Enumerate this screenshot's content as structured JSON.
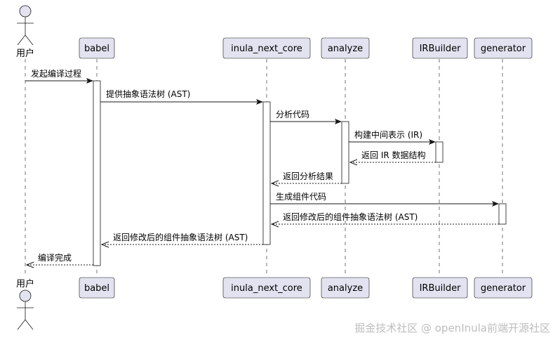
{
  "participants": [
    {
      "id": "user",
      "label": "用户",
      "kind": "actor"
    },
    {
      "id": "babel",
      "label": "babel",
      "kind": "participant"
    },
    {
      "id": "core",
      "label": "inula_next_core",
      "kind": "participant"
    },
    {
      "id": "analyze",
      "label": "analyze",
      "kind": "participant"
    },
    {
      "id": "irb",
      "label": "IRBuilder",
      "kind": "participant"
    },
    {
      "id": "gen",
      "label": "generator",
      "kind": "participant"
    }
  ],
  "messages": [
    {
      "from": "user",
      "to": "babel",
      "label": "发起编译过程",
      "type": "call"
    },
    {
      "from": "babel",
      "to": "core",
      "label": "提供抽象语法树 (AST)",
      "type": "call"
    },
    {
      "from": "core",
      "to": "analyze",
      "label": "分析代码",
      "type": "call"
    },
    {
      "from": "analyze",
      "to": "irb",
      "label": "构建中间表示 (IR)",
      "type": "call"
    },
    {
      "from": "irb",
      "to": "analyze",
      "label": "返回 IR 数据结构",
      "type": "return"
    },
    {
      "from": "analyze",
      "to": "core",
      "label": "返回分析结果",
      "type": "return"
    },
    {
      "from": "core",
      "to": "gen",
      "label": "生成组件代码",
      "type": "call"
    },
    {
      "from": "gen",
      "to": "core",
      "label": "返回修改后的组件抽象语法树 (AST)",
      "type": "return"
    },
    {
      "from": "core",
      "to": "babel",
      "label": "返回修改后的组件抽象语法树 (AST)",
      "type": "return"
    },
    {
      "from": "babel",
      "to": "user",
      "label": "编译完成",
      "type": "return"
    }
  ],
  "watermark": "掘金技术社区 @ openInula前端开源社区"
}
